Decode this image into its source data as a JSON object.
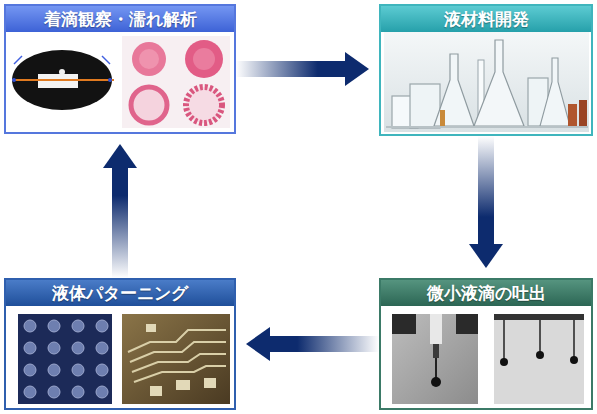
{
  "diagram": {
    "nodes": [
      {
        "text": [
          "着滴観察・濡れ解析"
        ]
      },
      {
        "text": [
          "液材料開発"
        ]
      },
      {
        "text": [
          "微小液滴の吐出"
        ]
      },
      {
        "text": [
          "液体パターニング"
        ]
      }
    ],
    "edges": [
      {
        "from": 0,
        "to": 1,
        "arrow": "to"
      },
      {
        "from": 1,
        "to": 2,
        "arrow": "to"
      },
      {
        "from": 2,
        "to": 3,
        "arrow": "to"
      },
      {
        "from": 3,
        "to": 0,
        "arrow": "to"
      }
    ]
  }
}
